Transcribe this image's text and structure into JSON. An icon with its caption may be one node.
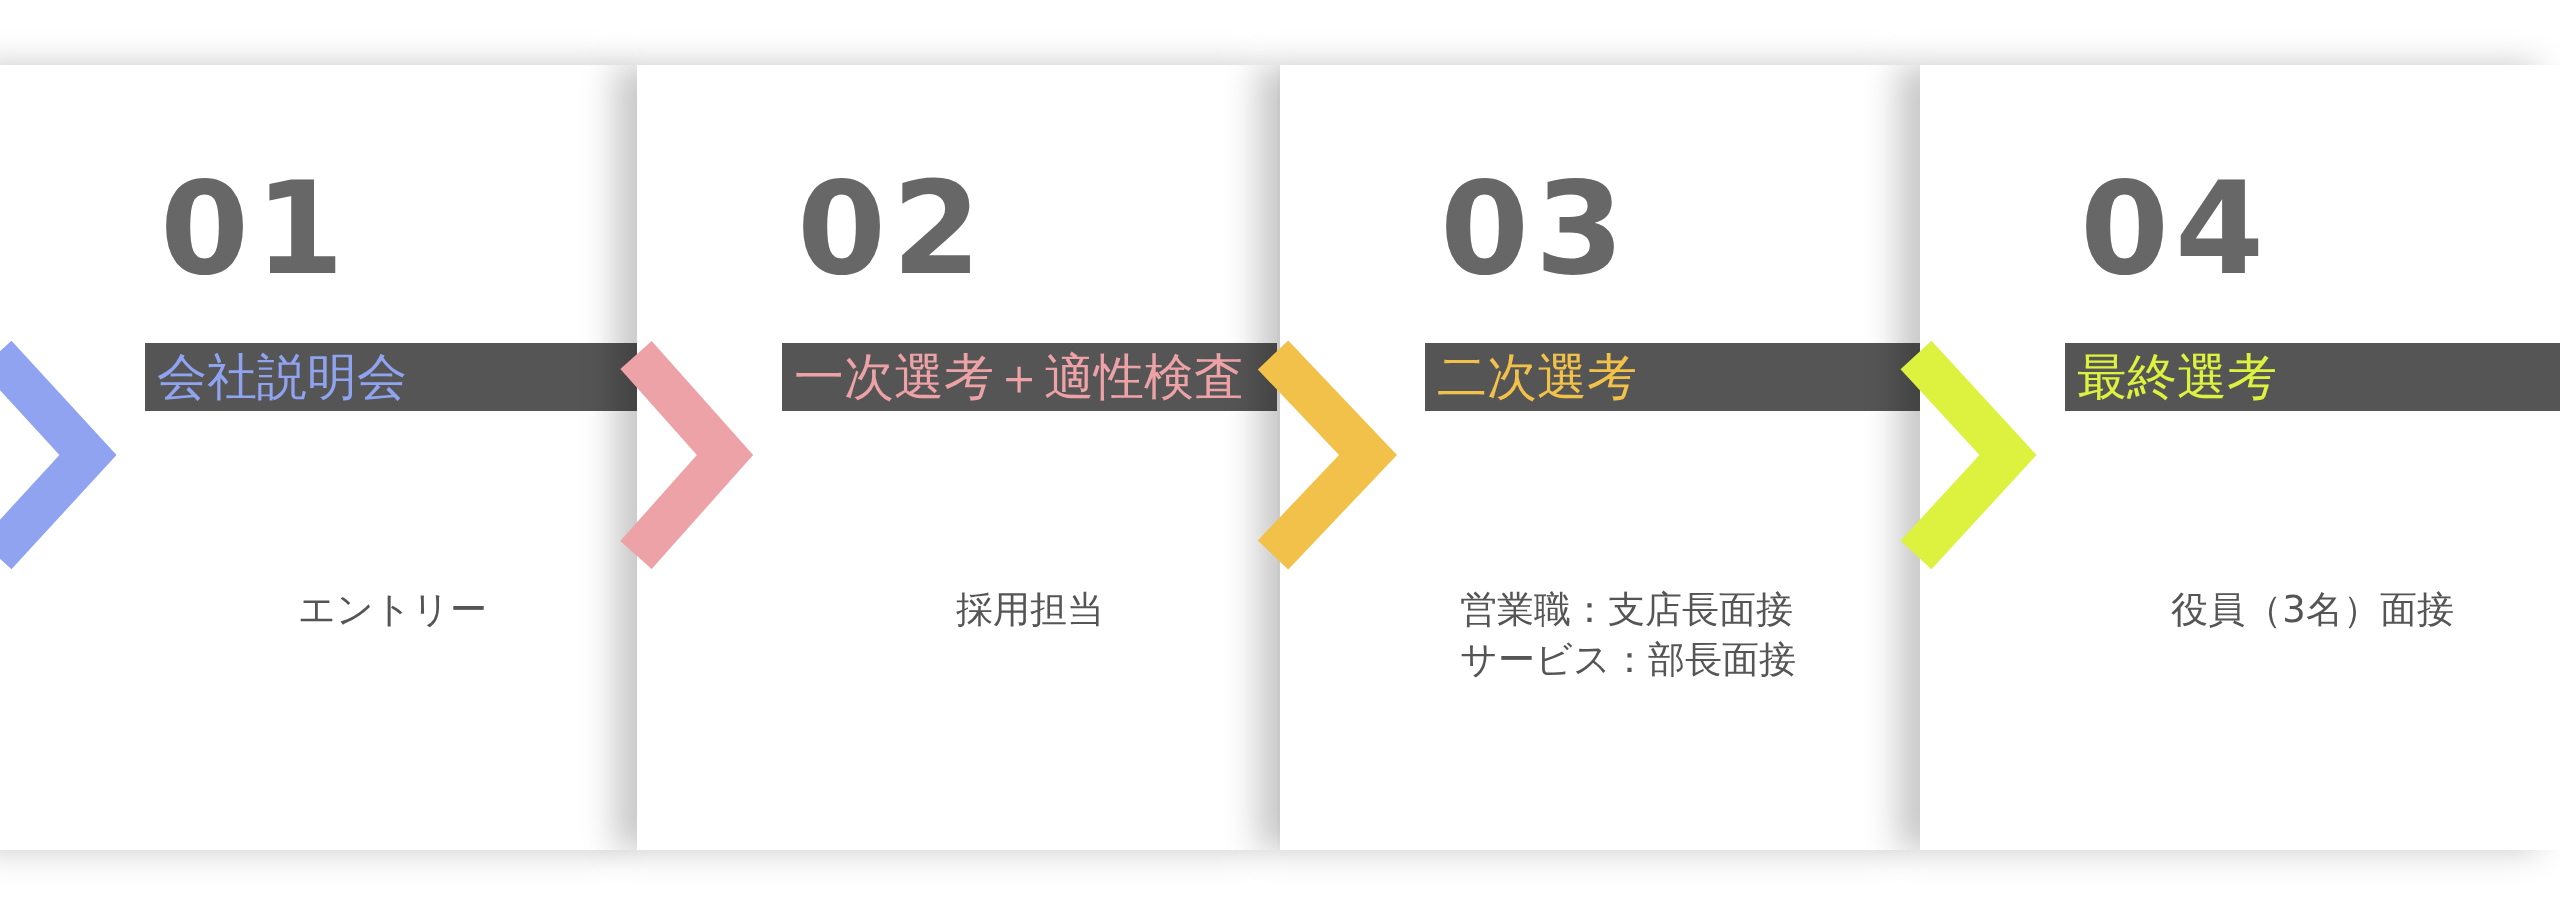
{
  "diagram": {
    "nodes": [
      {
        "text": [
          "01",
          "会社説明会",
          "エントリー"
        ]
      },
      {
        "text": [
          "02",
          "一次選考＋適性検査",
          "採用担当"
        ]
      },
      {
        "text": [
          "03",
          "二次選考",
          "営業職：支店長面接サービス：部長面接"
        ]
      },
      {
        "text": [
          "04",
          "最終選考",
          "役員（3名）面接"
        ]
      }
    ],
    "edges": [
      {
        "from": null,
        "to": 0,
        "arrow": "to",
        "color": "#8fa3f0"
      },
      {
        "from": 0,
        "to": 1,
        "arrow": "to",
        "color": "#eda2a7"
      },
      {
        "from": 1,
        "to": 2,
        "arrow": "to",
        "color": "#f2c14a"
      },
      {
        "from": 2,
        "to": 3,
        "arrow": "to",
        "color": "#dcf23f"
      }
    ]
  }
}
